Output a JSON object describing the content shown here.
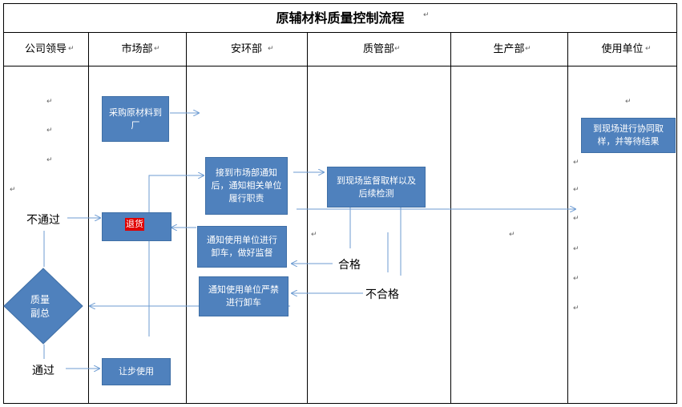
{
  "title": "原辅材料质量控制流程",
  "para_mark": "↵",
  "lanes": [
    "公司领导",
    "市场部",
    "安环部",
    "质管部",
    "生产部",
    "使用单位"
  ],
  "boxes": {
    "purchase": "采购原材料到厂",
    "notify_duty": "接到市场部通知后，通知相关单位履行职责",
    "sampling": "到现场监督取样以及后续检测",
    "cosample": "到现场进行协同取样，并等待结果",
    "return_goods": "退货",
    "unload_supervise": "通知使用单位进行卸车，做好监督",
    "no_unload": "通知使用单位严禁进行卸车",
    "concession": "让步使用",
    "decision": "质量副总"
  },
  "labels": {
    "pass": "通过",
    "fail": "不通过",
    "qualified": "合格",
    "unqualified": "不合格"
  },
  "colors": {
    "box_fill": "#4f81bd",
    "box_border": "#3f6fa6",
    "arrow": "#6c9bd2",
    "highlight": "#e00000"
  }
}
